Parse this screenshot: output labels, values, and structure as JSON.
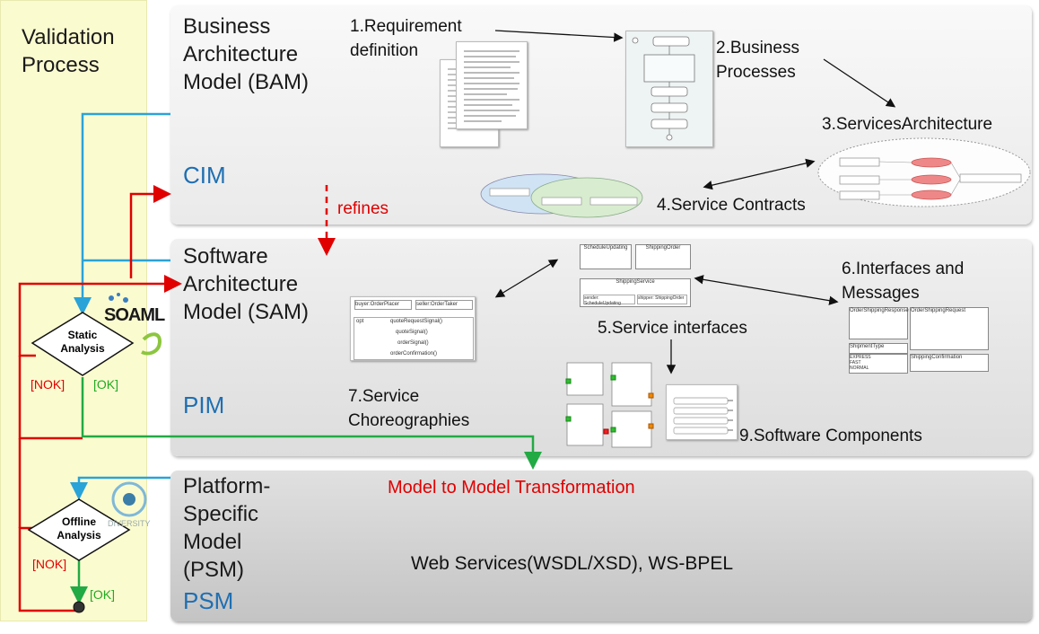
{
  "validation": {
    "title": "Validation Process"
  },
  "bam": {
    "title": "Business Architecture Model (BAM)",
    "level": "CIM"
  },
  "sam": {
    "title": "Software Architecture Model (SAM)",
    "level": "PIM"
  },
  "psm": {
    "title": "Platform-Specific Model (PSM)",
    "level": "PSM",
    "content": "Web Services(WSDL/XSD), WS-BPEL"
  },
  "refines": "refines",
  "transformation": "Model to Model Transformation",
  "steps": {
    "s1": "1.Requirement definition",
    "s2": "2.Business Processes",
    "s3": "3.ServicesArchitecture",
    "s4": "4.Service Contracts",
    "s5": "5.Service interfaces",
    "s6": "6.Interfaces and Messages",
    "s7": "7.Service Choreographies",
    "s9": "9.Software Components"
  },
  "static_analysis": {
    "label": "Static Analysis",
    "nok": "[NOK]",
    "ok": "[OK]",
    "logo": "SOAML"
  },
  "offline_analysis": {
    "label": "Offline Analysis",
    "nok": "[NOK]",
    "ok": "[OK]",
    "logo": "DIVERSITY"
  },
  "colors": {
    "blue_arrow": "#2aa3d8",
    "red_arrow": "#e00000",
    "green_arrow": "#22aa44",
    "level_text": "#1f6fb2"
  },
  "thumbs": {
    "seq_lifeline_1": "buyer:OrderPlacer",
    "seq_lifeline_2": "seller:OrderTaker",
    "seq_opt": "opt",
    "seq_msgs": [
      "quoteRequestSignal()",
      "quoteSignal()",
      "orderSignal()",
      "orderConfirmation()"
    ],
    "if_consumer": "ScheduleUpdating",
    "if_provider": "ShippingOrder",
    "if_service": "ShippingService",
    "if_sender": "sender: ScheduleUpdating",
    "if_shipper": "shipper: ShippingOrder",
    "msg_response": "OrderShippingResponse",
    "msg_request": "OrderShippingRequest",
    "msg_shipment": "ShipmentType",
    "msg_enum": [
      "EXPRESS",
      "FAST",
      "NORMAL"
    ],
    "msg_confirm": "ShippingConfirmation"
  }
}
